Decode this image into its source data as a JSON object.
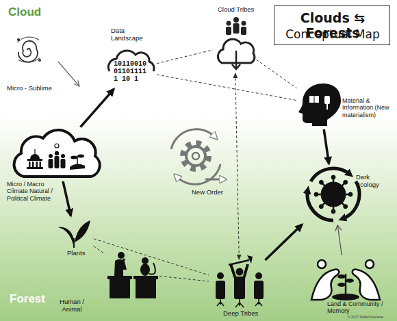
{
  "diagram": {
    "nodes": [
      {
        "text": [
          "Clouds ⇆ Forests",
          "Conceptual Map"
        ]
      },
      {
        "text": [
          "Micro - Sublime"
        ]
      },
      {
        "text": [
          "Data Landscape"
        ]
      },
      {
        "text": [
          "Cloud Tribes"
        ]
      },
      {
        "text": [
          "Material & Information (New materialism)"
        ]
      },
      {
        "text": [
          "Micro / Macro Climate Natural / Political Climate"
        ]
      },
      {
        "text": [
          "New Order"
        ]
      },
      {
        "text": [
          "Dark Ecology"
        ]
      },
      {
        "text": [
          "Plants"
        ]
      },
      {
        "text": [
          "Human / Animal"
        ]
      },
      {
        "text": [
          "Deep Tribes"
        ]
      },
      {
        "text": [
          "Land & Community / Memory"
        ]
      }
    ],
    "edges": [
      {
        "from": 5,
        "to": 2,
        "arrow": "to"
      },
      {
        "from": 5,
        "to": 8,
        "arrow": "to"
      },
      {
        "from": 2,
        "to": 3,
        "arrow": "none"
      },
      {
        "from": 2,
        "to": 4,
        "arrow": "none"
      },
      {
        "from": 3,
        "to": 4,
        "arrow": "none"
      },
      {
        "from": 3,
        "to": 10,
        "arrow": "both"
      },
      {
        "from": 4,
        "to": 7,
        "arrow": "to"
      },
      {
        "from": 10,
        "to": 7,
        "arrow": "to"
      },
      {
        "from": 8,
        "to": 10,
        "arrow": "none"
      },
      {
        "from": 8,
        "to": 9,
        "arrow": "none"
      },
      {
        "from": 9,
        "to": 10,
        "arrow": "none"
      },
      {
        "from": 11,
        "to": 7,
        "arrow": "to"
      }
    ],
    "labels": [
      "Cloud",
      "10110010",
      "01101111",
      "1 10 1",
      "Forest",
      "© 2017 Sofia Kurenova"
    ]
  }
}
